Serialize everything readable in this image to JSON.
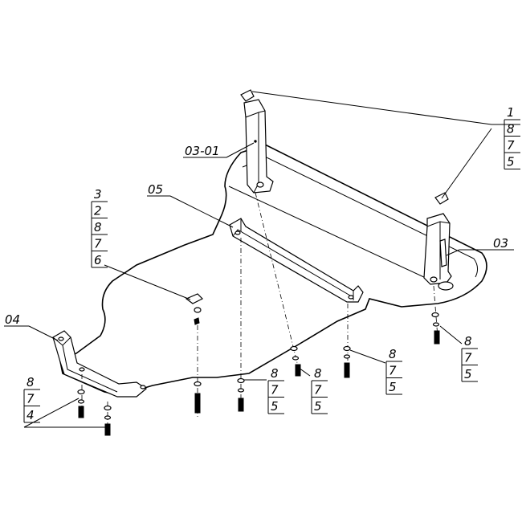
{
  "labels": {
    "part_03_01": "03-01",
    "part_05": "05",
    "part_03": "03",
    "part_04": "04"
  },
  "stacks": {
    "top_right": [
      "1",
      "8",
      "7",
      "5"
    ],
    "left": [
      "3",
      "2",
      "8",
      "7",
      "6"
    ],
    "bottom_left": [
      "8",
      "7",
      "4"
    ],
    "center_a": [
      "8",
      "7",
      "5"
    ],
    "center_b": [
      "8",
      "7",
      "5"
    ],
    "center_c": [
      "8",
      "7",
      "5"
    ],
    "right": [
      "8",
      "7",
      "5"
    ]
  }
}
